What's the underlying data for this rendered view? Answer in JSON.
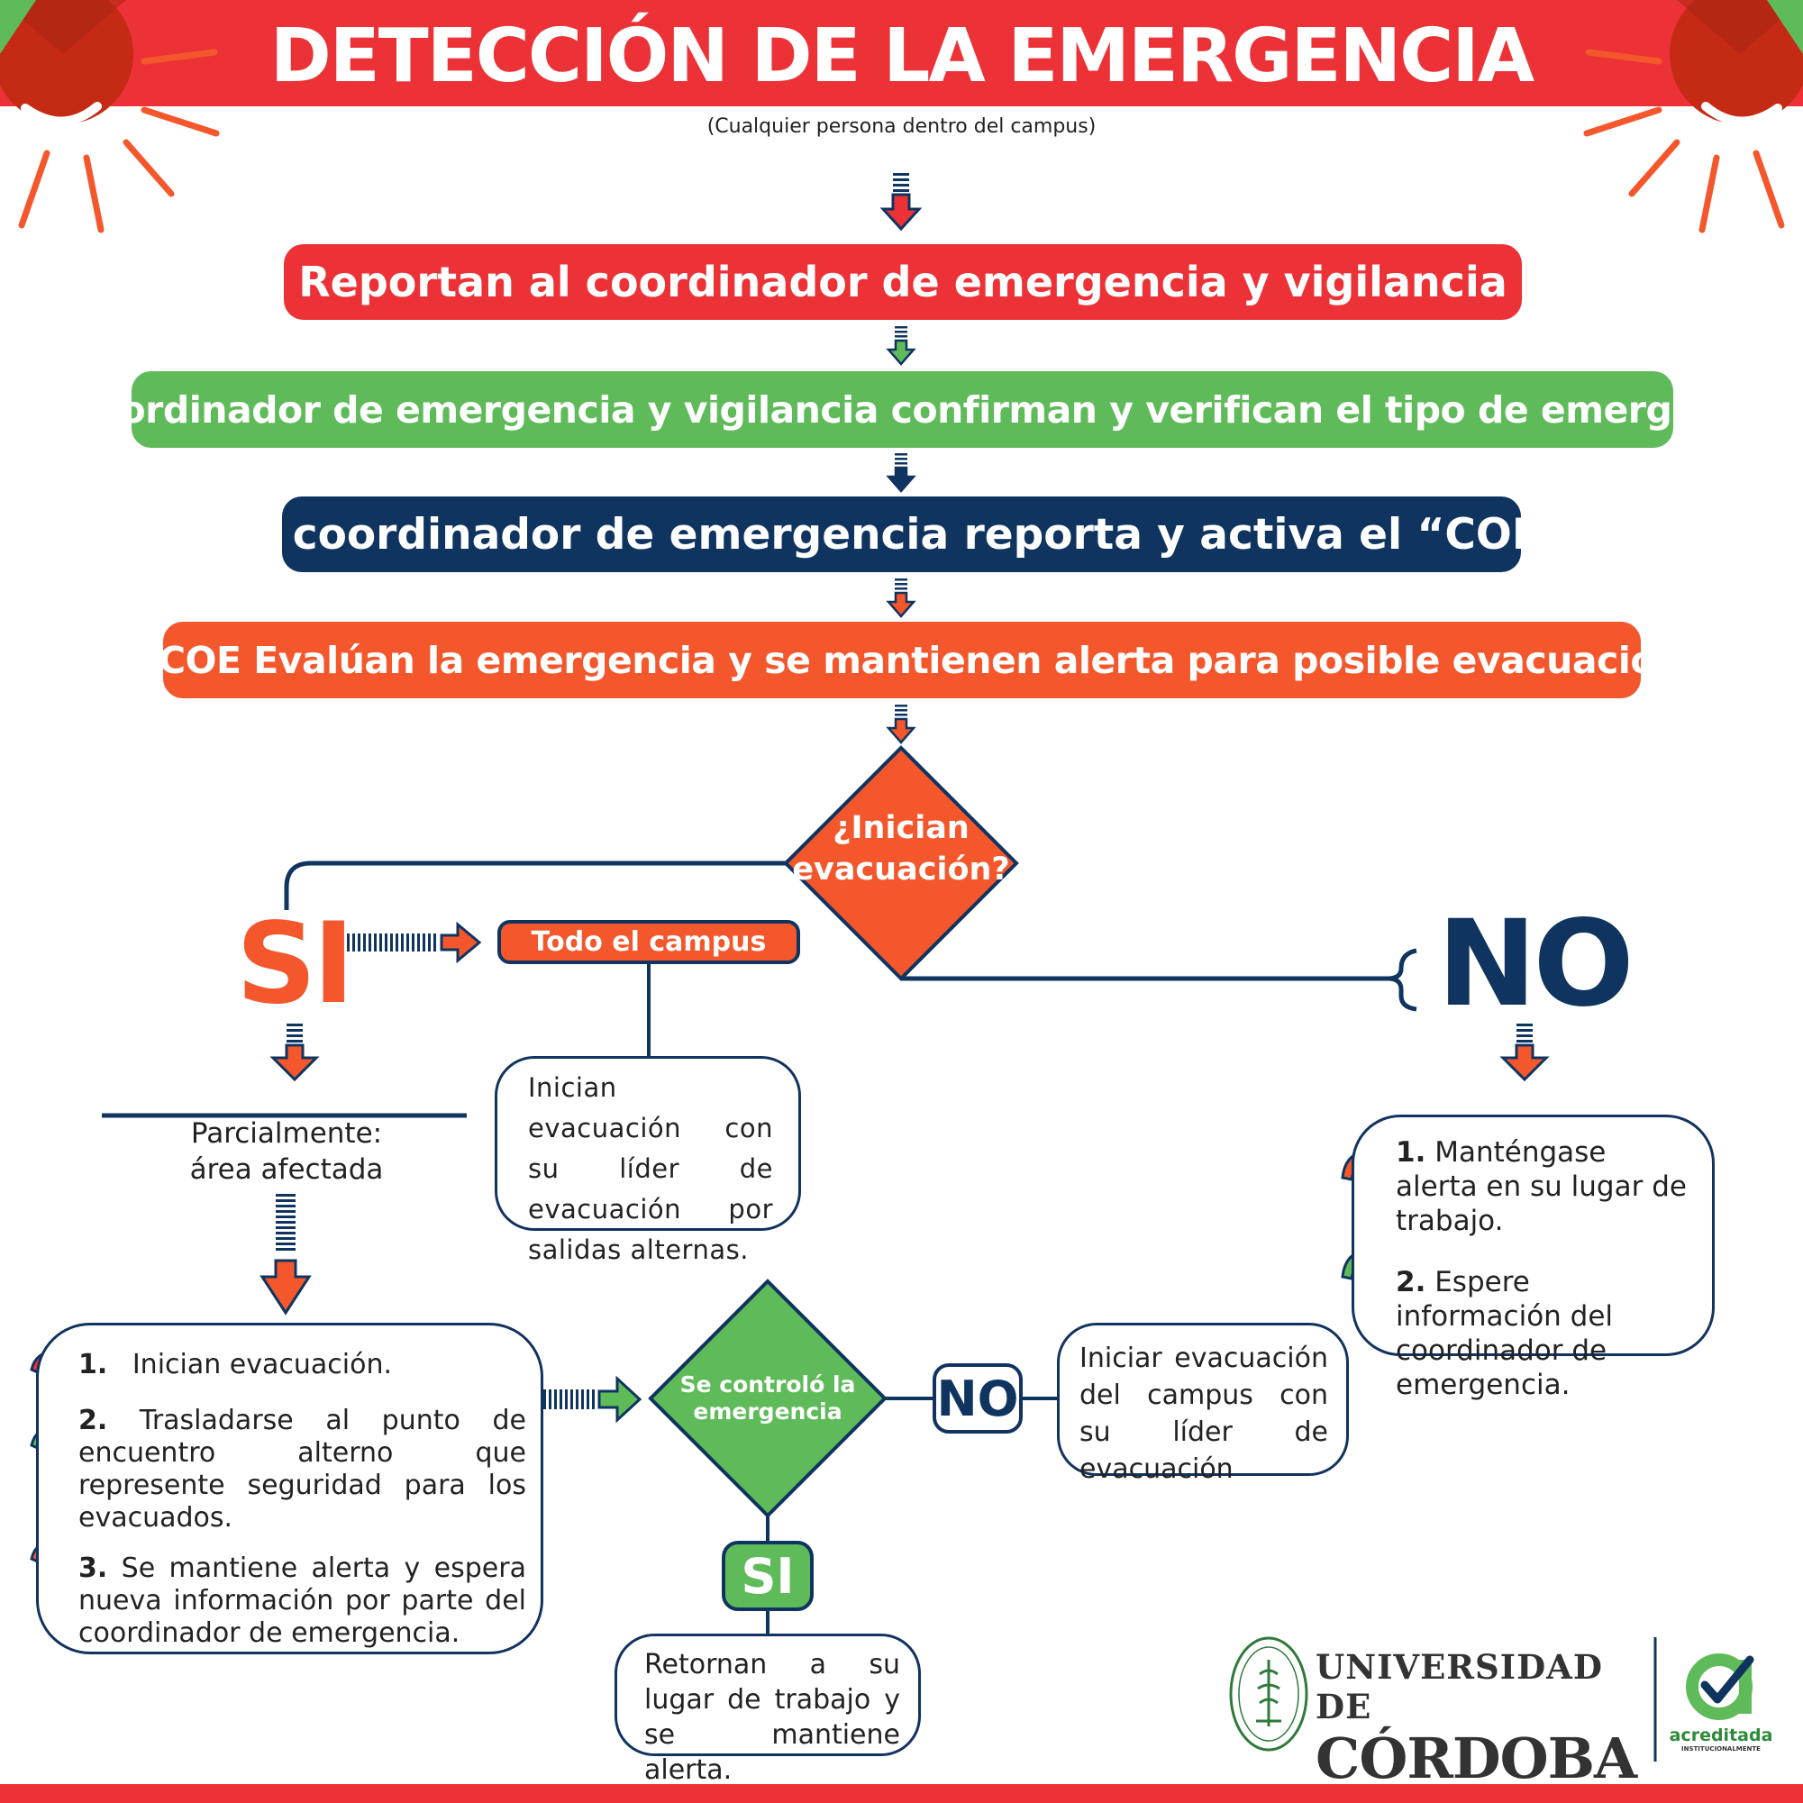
{
  "header": {
    "title": "DETECCIÓN DE LA EMERGENCIA",
    "subtitle": "(Cualquier persona dentro del campus)"
  },
  "steps": [
    {
      "text": "Reportan al coordinador de emergencia y vigilancia",
      "color": "#ec3237"
    },
    {
      "text": "El coordinador de emergencia y vigilancia confirman y verifican el tipo de emergencia",
      "color": "#5fbb5a"
    },
    {
      "text": "El coordinador de emergencia reporta y activa el “COE”",
      "color": "#0f3460"
    },
    {
      "text": "El COE Evalúan la emergencia y se mantienen alerta para posible evacuación.",
      "color": "#f4572c"
    }
  ],
  "decision1": {
    "line1": "¿Inician",
    "line2": "evacuación?",
    "color": "#f4572c"
  },
  "yes_label": "SI",
  "no_label": "NO",
  "todo_campus": {
    "label": "Todo el campus",
    "note": "Inician evacuación con su líder de evacuación por salidas alternas."
  },
  "parcial": {
    "line1": "Parcialmente:",
    "line2": "área afectada"
  },
  "partial_steps": [
    {
      "num": "1.",
      "text": "Inician evacuación."
    },
    {
      "num": "2.",
      "text": "Trasladarse al punto de encuentro alterno que represente seguridad para los evacuados."
    },
    {
      "num": "3.",
      "text": "Se mantiene alerta y espera nueva información por parte del coordinador de emergencia."
    }
  ],
  "decision2": {
    "line1": "Se controló la",
    "line2": "emergencia",
    "color": "#5fbb5a"
  },
  "decision2_no": "NO",
  "decision2_yes": "SI",
  "no_note": "Iniciar evacuación del campus con su líder de evacuación",
  "yes_note": "Retornan a su lugar de trabajo y se mantiene alerta.",
  "no_steps": [
    {
      "num": "1.",
      "text": "Manténgase alerta en su lugar de trabajo."
    },
    {
      "num": "2.",
      "text": "Espere información del coordinador de emergencia."
    }
  ],
  "footer": {
    "university_line1": "UNIVERSIDAD DE",
    "university_line2": "CÓRDOBA",
    "accreditation_line1": "acreditada",
    "accreditation_line2": "INSTITUCIONALMENTE"
  },
  "icons": [
    "siren-light-icon",
    "arrow-down-icon",
    "curved-arrow-icon",
    "university-seal-icon",
    "check-icon"
  ],
  "colors": {
    "red": "#ec3237",
    "orange": "#f4572c",
    "green": "#5fbb5a",
    "navy": "#0f3460"
  }
}
